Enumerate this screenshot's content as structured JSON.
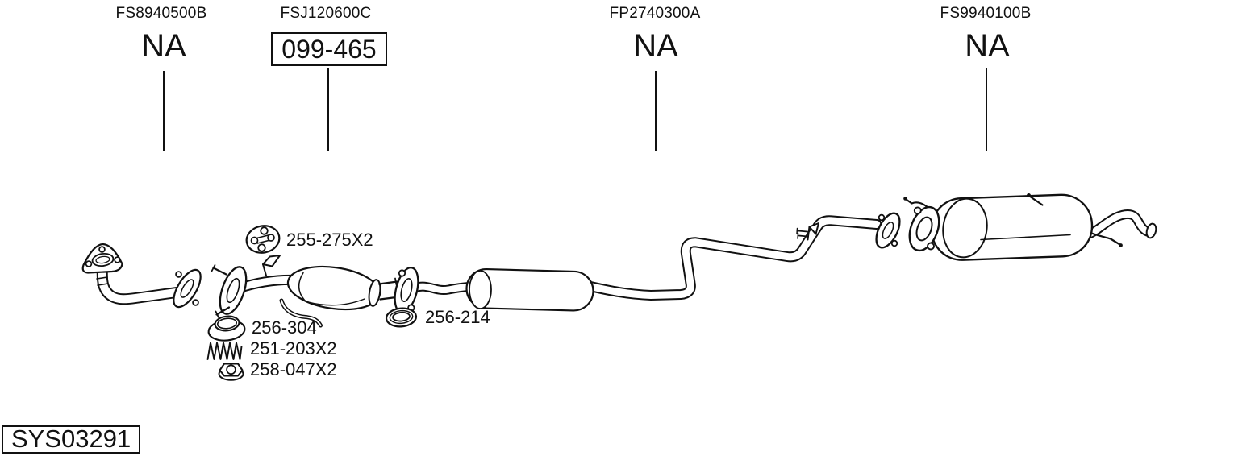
{
  "colors": {
    "ink": "#111111",
    "background": "#ffffff"
  },
  "callouts": [
    {
      "ref": "FS8940500B",
      "value": "NA"
    },
    {
      "ref": "FSJ120600C",
      "value": "099-465"
    },
    {
      "ref": "FP2740300A",
      "value": "NA"
    },
    {
      "ref": "FS9940100B",
      "value": "NA"
    }
  ],
  "part_labels": [
    {
      "code": "255-275X2",
      "icon": "rubber-hanger-icon"
    },
    {
      "code": "256-304",
      "icon": "cone-gasket-icon"
    },
    {
      "code": "251-203X2",
      "icon": "coil-spring-icon"
    },
    {
      "code": "258-047X2",
      "icon": "flange-nut-icon"
    },
    {
      "code": "256-214",
      "icon": "ring-gasket-icon"
    }
  ],
  "system_code": "SYS03291"
}
